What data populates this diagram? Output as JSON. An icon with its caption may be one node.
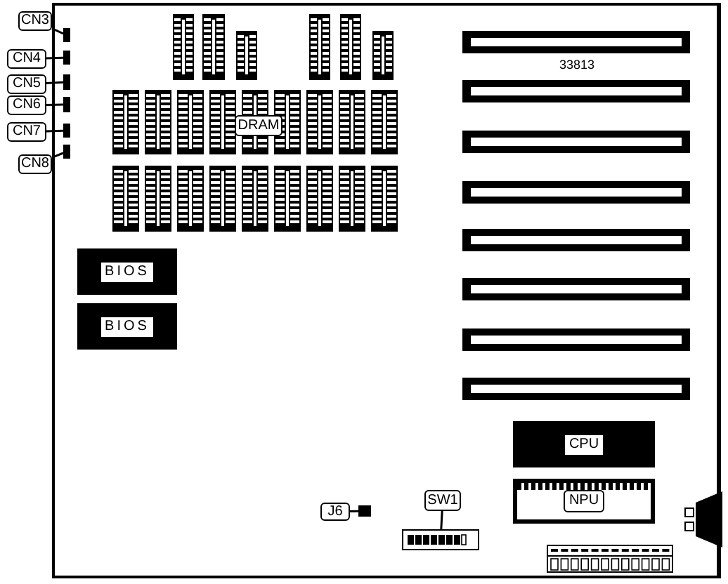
{
  "diagram": {
    "nodes": [
      {
        "text": [
          "CN3"
        ]
      },
      {
        "text": [
          "CN4"
        ]
      },
      {
        "text": [
          "CN5"
        ]
      },
      {
        "text": [
          "CN6"
        ]
      },
      {
        "text": [
          "CN7"
        ]
      },
      {
        "text": [
          "CN8"
        ]
      },
      {
        "text": [
          "J6"
        ]
      },
      {
        "text": [
          "SW1"
        ]
      },
      {
        "text": [],
        "shape": "box"
      },
      {
        "text": [],
        "shape": "box"
      },
      {
        "text": [],
        "shape": "box"
      },
      {
        "text": [],
        "shape": "box"
      },
      {
        "text": [],
        "shape": "box"
      },
      {
        "text": [],
        "shape": "box"
      },
      {
        "text": [],
        "shape": "box"
      },
      {
        "text": [],
        "shape": "box"
      },
      {
        "text": [
          "BIOS"
        ]
      },
      {
        "text": [
          "BIOS"
        ]
      },
      {
        "text": [
          "CPU"
        ]
      },
      {
        "text": [
          "NPU"
        ]
      }
    ],
    "edges": [
      {
        "from": 0,
        "to": 8,
        "arrow": "none"
      },
      {
        "from": 1,
        "to": 9,
        "arrow": "none"
      },
      {
        "from": 2,
        "to": 10,
        "arrow": "none"
      },
      {
        "from": 3,
        "to": 11,
        "arrow": "none"
      },
      {
        "from": 4,
        "to": 12,
        "arrow": "none"
      },
      {
        "from": 5,
        "to": 13,
        "arrow": "none"
      },
      {
        "from": 6,
        "to": 14,
        "arrow": "none"
      },
      {
        "from": 7,
        "to": 15,
        "arrow": "none"
      }
    ],
    "labels": [
      "DRAM",
      "33813"
    ]
  }
}
